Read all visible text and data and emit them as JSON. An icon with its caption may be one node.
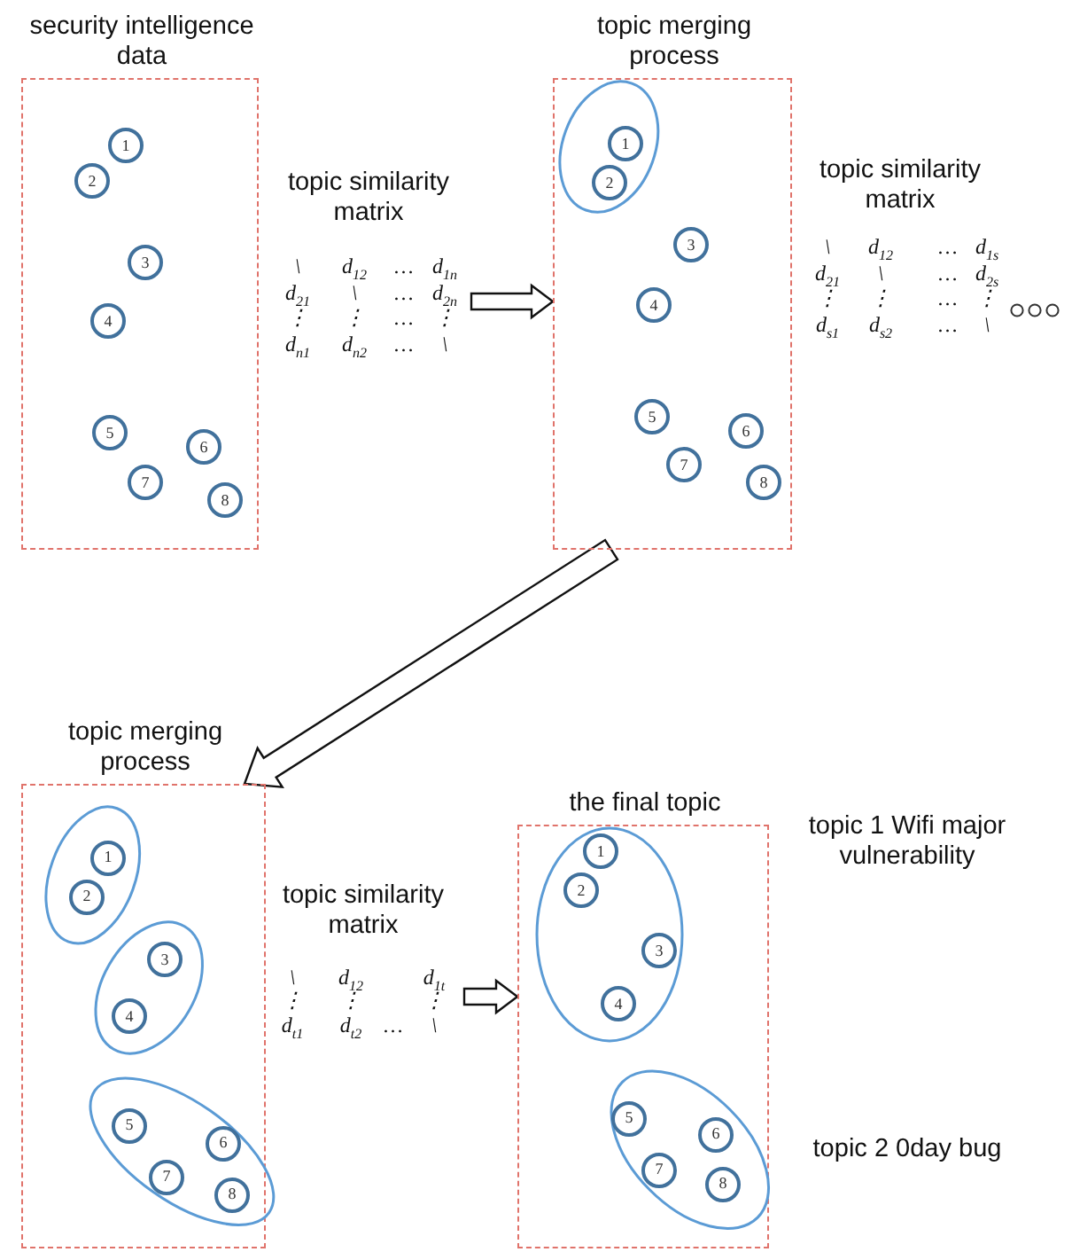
{
  "diagram": {
    "nodes": [
      {
        "text": [
          "security intelligence data"
        ]
      },
      {
        "text": [
          "1"
        ],
        "in": 0
      },
      {
        "text": [
          "2"
        ],
        "in": 0
      },
      {
        "text": [
          "3"
        ],
        "in": 0
      },
      {
        "text": [
          "4"
        ],
        "in": 0
      },
      {
        "text": [
          "5"
        ],
        "in": 0
      },
      {
        "text": [
          "6"
        ],
        "in": 0
      },
      {
        "text": [
          "7"
        ],
        "in": 0
      },
      {
        "text": [
          "8"
        ],
        "in": 0
      },
      {
        "text": [
          "topic similarity matrix",
          "\\",
          "d$_{12}$",
          "…",
          "d$_{1n}$",
          "d$_{21}$",
          "\\",
          "…",
          "d$_{2n}$",
          "⋮",
          "⋮",
          "…",
          "⋮",
          "d$_{n1}$",
          "d$_{n2}$",
          "…",
          "\\"
        ]
      },
      {
        "text": [
          "topic merging process"
        ]
      },
      {
        "text": [],
        "shape": "ellipse",
        "in": 10
      },
      {
        "text": [
          "1"
        ],
        "in": 11
      },
      {
        "text": [
          "2"
        ],
        "in": 11
      },
      {
        "text": [
          "3"
        ],
        "in": 10
      },
      {
        "text": [
          "4"
        ],
        "in": 10
      },
      {
        "text": [
          "5"
        ],
        "in": 10
      },
      {
        "text": [
          "6"
        ],
        "in": 10
      },
      {
        "text": [
          "7"
        ],
        "in": 10
      },
      {
        "text": [
          "8"
        ],
        "in": 10
      },
      {
        "text": [
          "topic similarity matrix",
          "\\",
          "d$_{12}$",
          "…",
          "d$_{1s}$",
          "d$_{21}$",
          "\\",
          "…",
          "d$_{2s}$",
          "⋮",
          "⋮",
          "…",
          "⋮",
          "d$_{s1}$",
          "d$_{s2}$",
          "…",
          "\\"
        ]
      },
      {
        "text": [
          "topic merging process"
        ]
      },
      {
        "text": [],
        "shape": "ellipse",
        "in": 21
      },
      {
        "text": [
          "1"
        ],
        "in": 22
      },
      {
        "text": [
          "2"
        ],
        "in": 22
      },
      {
        "text": [],
        "shape": "ellipse",
        "in": 21
      },
      {
        "text": [
          "3"
        ],
        "in": 25
      },
      {
        "text": [
          "4"
        ],
        "in": 25
      },
      {
        "text": [],
        "shape": "ellipse",
        "in": 21
      },
      {
        "text": [
          "5"
        ],
        "in": 28
      },
      {
        "text": [
          "6"
        ],
        "in": 28
      },
      {
        "text": [
          "7"
        ],
        "in": 28
      },
      {
        "text": [
          "8"
        ],
        "in": 28
      },
      {
        "text": [
          "topic similarity matrix",
          "\\",
          "d$_{12}$",
          "d$_{1t}$",
          "⋮",
          "⋮",
          "⋮",
          "d$_{t1}$",
          "d$_{t2}$",
          "…",
          "\\"
        ]
      },
      {
        "text": [
          "the final topic"
        ]
      },
      {
        "text": [],
        "shape": "ellipse",
        "in": 34
      },
      {
        "text": [
          "1"
        ],
        "in": 35
      },
      {
        "text": [
          "2"
        ],
        "in": 35
      },
      {
        "text": [
          "3"
        ],
        "in": 35
      },
      {
        "text": [
          "4"
        ],
        "in": 35
      },
      {
        "text": [],
        "shape": "ellipse",
        "in": 34
      },
      {
        "text": [
          "5"
        ],
        "in": 40
      },
      {
        "text": [
          "6"
        ],
        "in": 40
      },
      {
        "text": [
          "7"
        ],
        "in": 40
      },
      {
        "text": [
          "8"
        ],
        "in": 40
      }
    ],
    "labels": [
      "topic 1 Wifi major vulnerability",
      "topic 2 0day bug"
    ],
    "edges": [
      {
        "from": 9,
        "to": 10,
        "arrow": "to"
      },
      {
        "from": 10,
        "to": 21,
        "arrow": "to"
      },
      {
        "from": 33,
        "to": 34,
        "arrow": "to"
      }
    ]
  }
}
